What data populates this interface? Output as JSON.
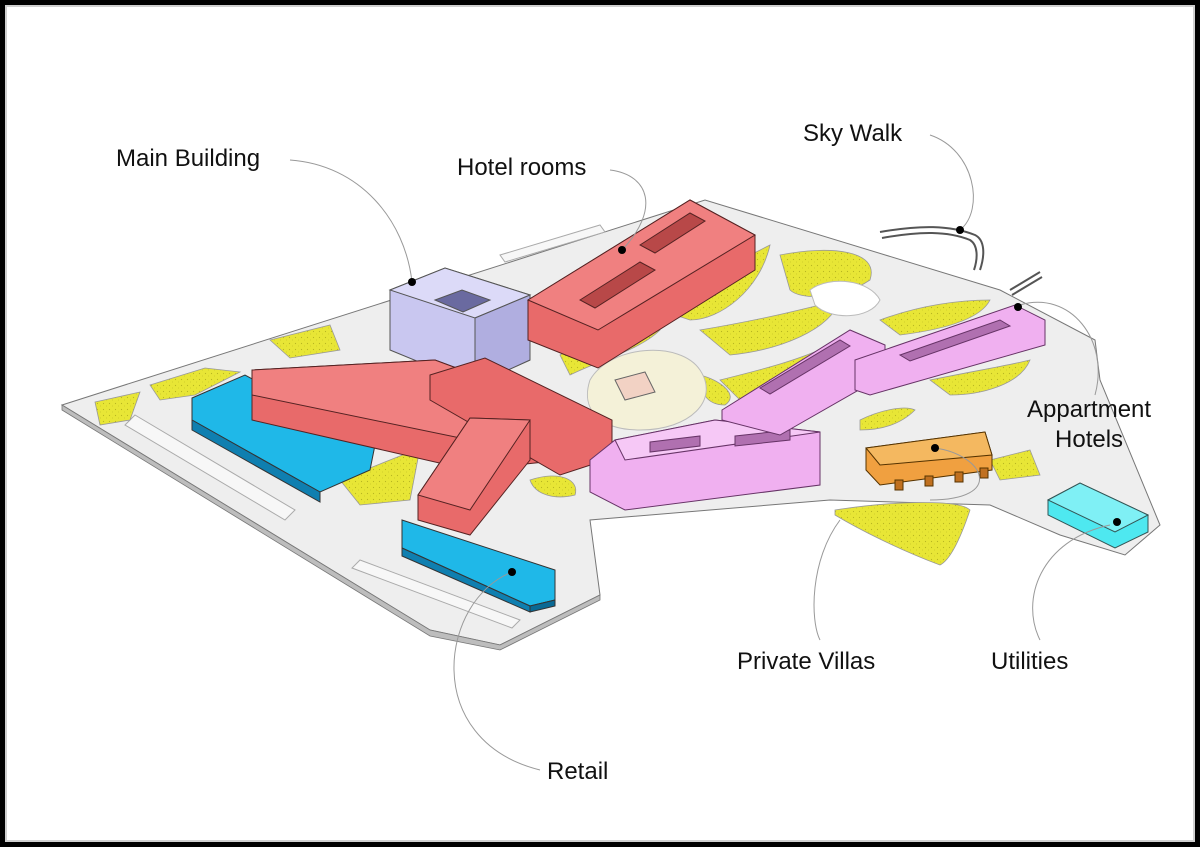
{
  "labels": {
    "main_building": "Main Building",
    "hotel_rooms": "Hotel rooms",
    "sky_walk": "Sky Walk",
    "appartment_hotels_line1": "Appartment",
    "appartment_hotels_line2": "Hotels",
    "private_villas": "Private Villas",
    "utilities": "Utilities",
    "retail": "Retail"
  },
  "colors": {
    "site": "#eeeeee",
    "landscape": "#e8e636",
    "main_building": "#c9c7f0",
    "hotel_rooms": "#e86a6a",
    "retail": "#1fb8e8",
    "appartment_hotels": "#f0b0f0",
    "private_villas": "#f0a040",
    "utilities": "#4ee8f0"
  }
}
